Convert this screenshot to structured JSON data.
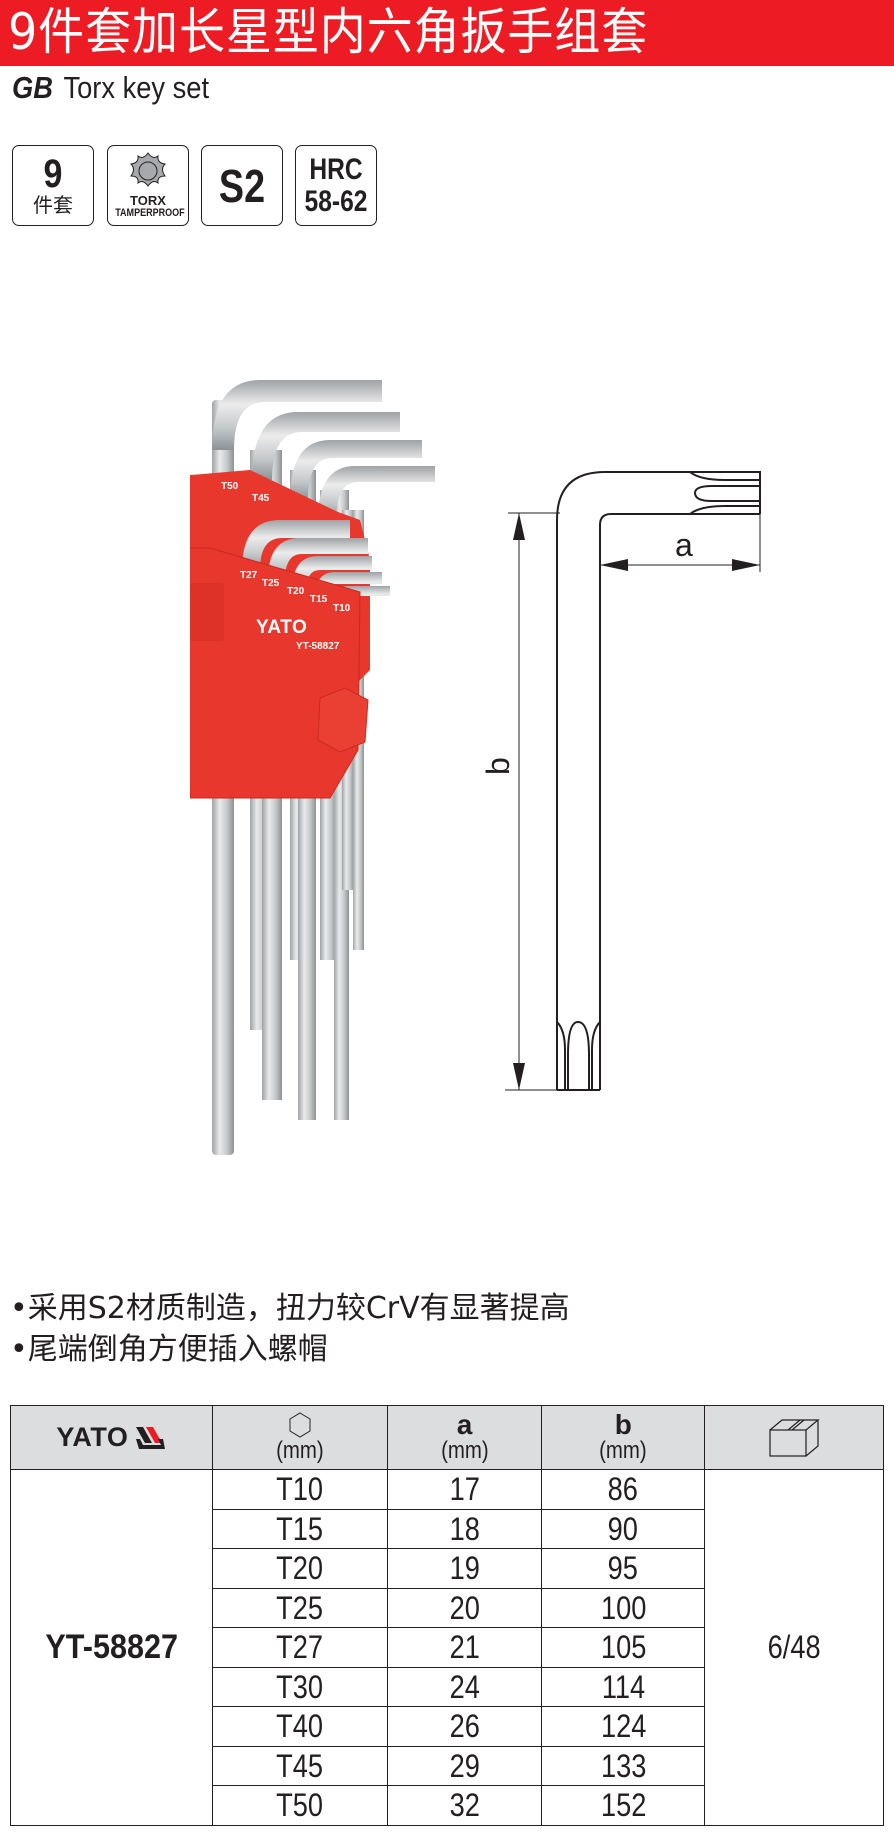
{
  "header": {
    "title": "9件套加长星型内六角扳手组套",
    "subtitle_prefix": "GB",
    "subtitle": "Torx key set",
    "accent_color": "#ed1c24"
  },
  "spec_icons": [
    {
      "icon": "piece-count",
      "value": "9",
      "label": "件套"
    },
    {
      "icon": "torx-star-icon",
      "line1": "TORX",
      "line2": "TAMPERPROOF"
    },
    {
      "icon": "material",
      "value": "S2"
    },
    {
      "icon": "hardness",
      "line1": "HRC",
      "line2": "58-62"
    }
  ],
  "product_image": {
    "holder_brand": "YATO",
    "holder_model": "YT-58827",
    "size_labels": [
      "T50",
      "T45",
      "T27",
      "T25",
      "T20",
      "T15",
      "T10"
    ],
    "holder_color": "#e8372c"
  },
  "diagram": {
    "label_a": "a",
    "label_b": "b"
  },
  "features": [
    "•采用S2材质制造，扭力较CrV有显著提高",
    "•尾端倒角方便插入螺帽"
  ],
  "table": {
    "brand": "YATO",
    "headers": {
      "size_icon": "hexagon-icon",
      "size_unit": "(mm)",
      "a_label": "a",
      "a_unit": "(mm)",
      "b_label": "b",
      "b_unit": "(mm)",
      "package_icon": "box-icon"
    },
    "model": "YT-58827",
    "packaging": "6/48",
    "rows": [
      {
        "size": "T10",
        "a": "17",
        "b": "86"
      },
      {
        "size": "T15",
        "a": "18",
        "b": "90"
      },
      {
        "size": "T20",
        "a": "19",
        "b": "95"
      },
      {
        "size": "T25",
        "a": "20",
        "b": "100"
      },
      {
        "size": "T27",
        "a": "21",
        "b": "105"
      },
      {
        "size": "T30",
        "a": "24",
        "b": "114"
      },
      {
        "size": "T40",
        "a": "26",
        "b": "124"
      },
      {
        "size": "T45",
        "a": "29",
        "b": "133"
      },
      {
        "size": "T50",
        "a": "32",
        "b": "152"
      }
    ]
  }
}
